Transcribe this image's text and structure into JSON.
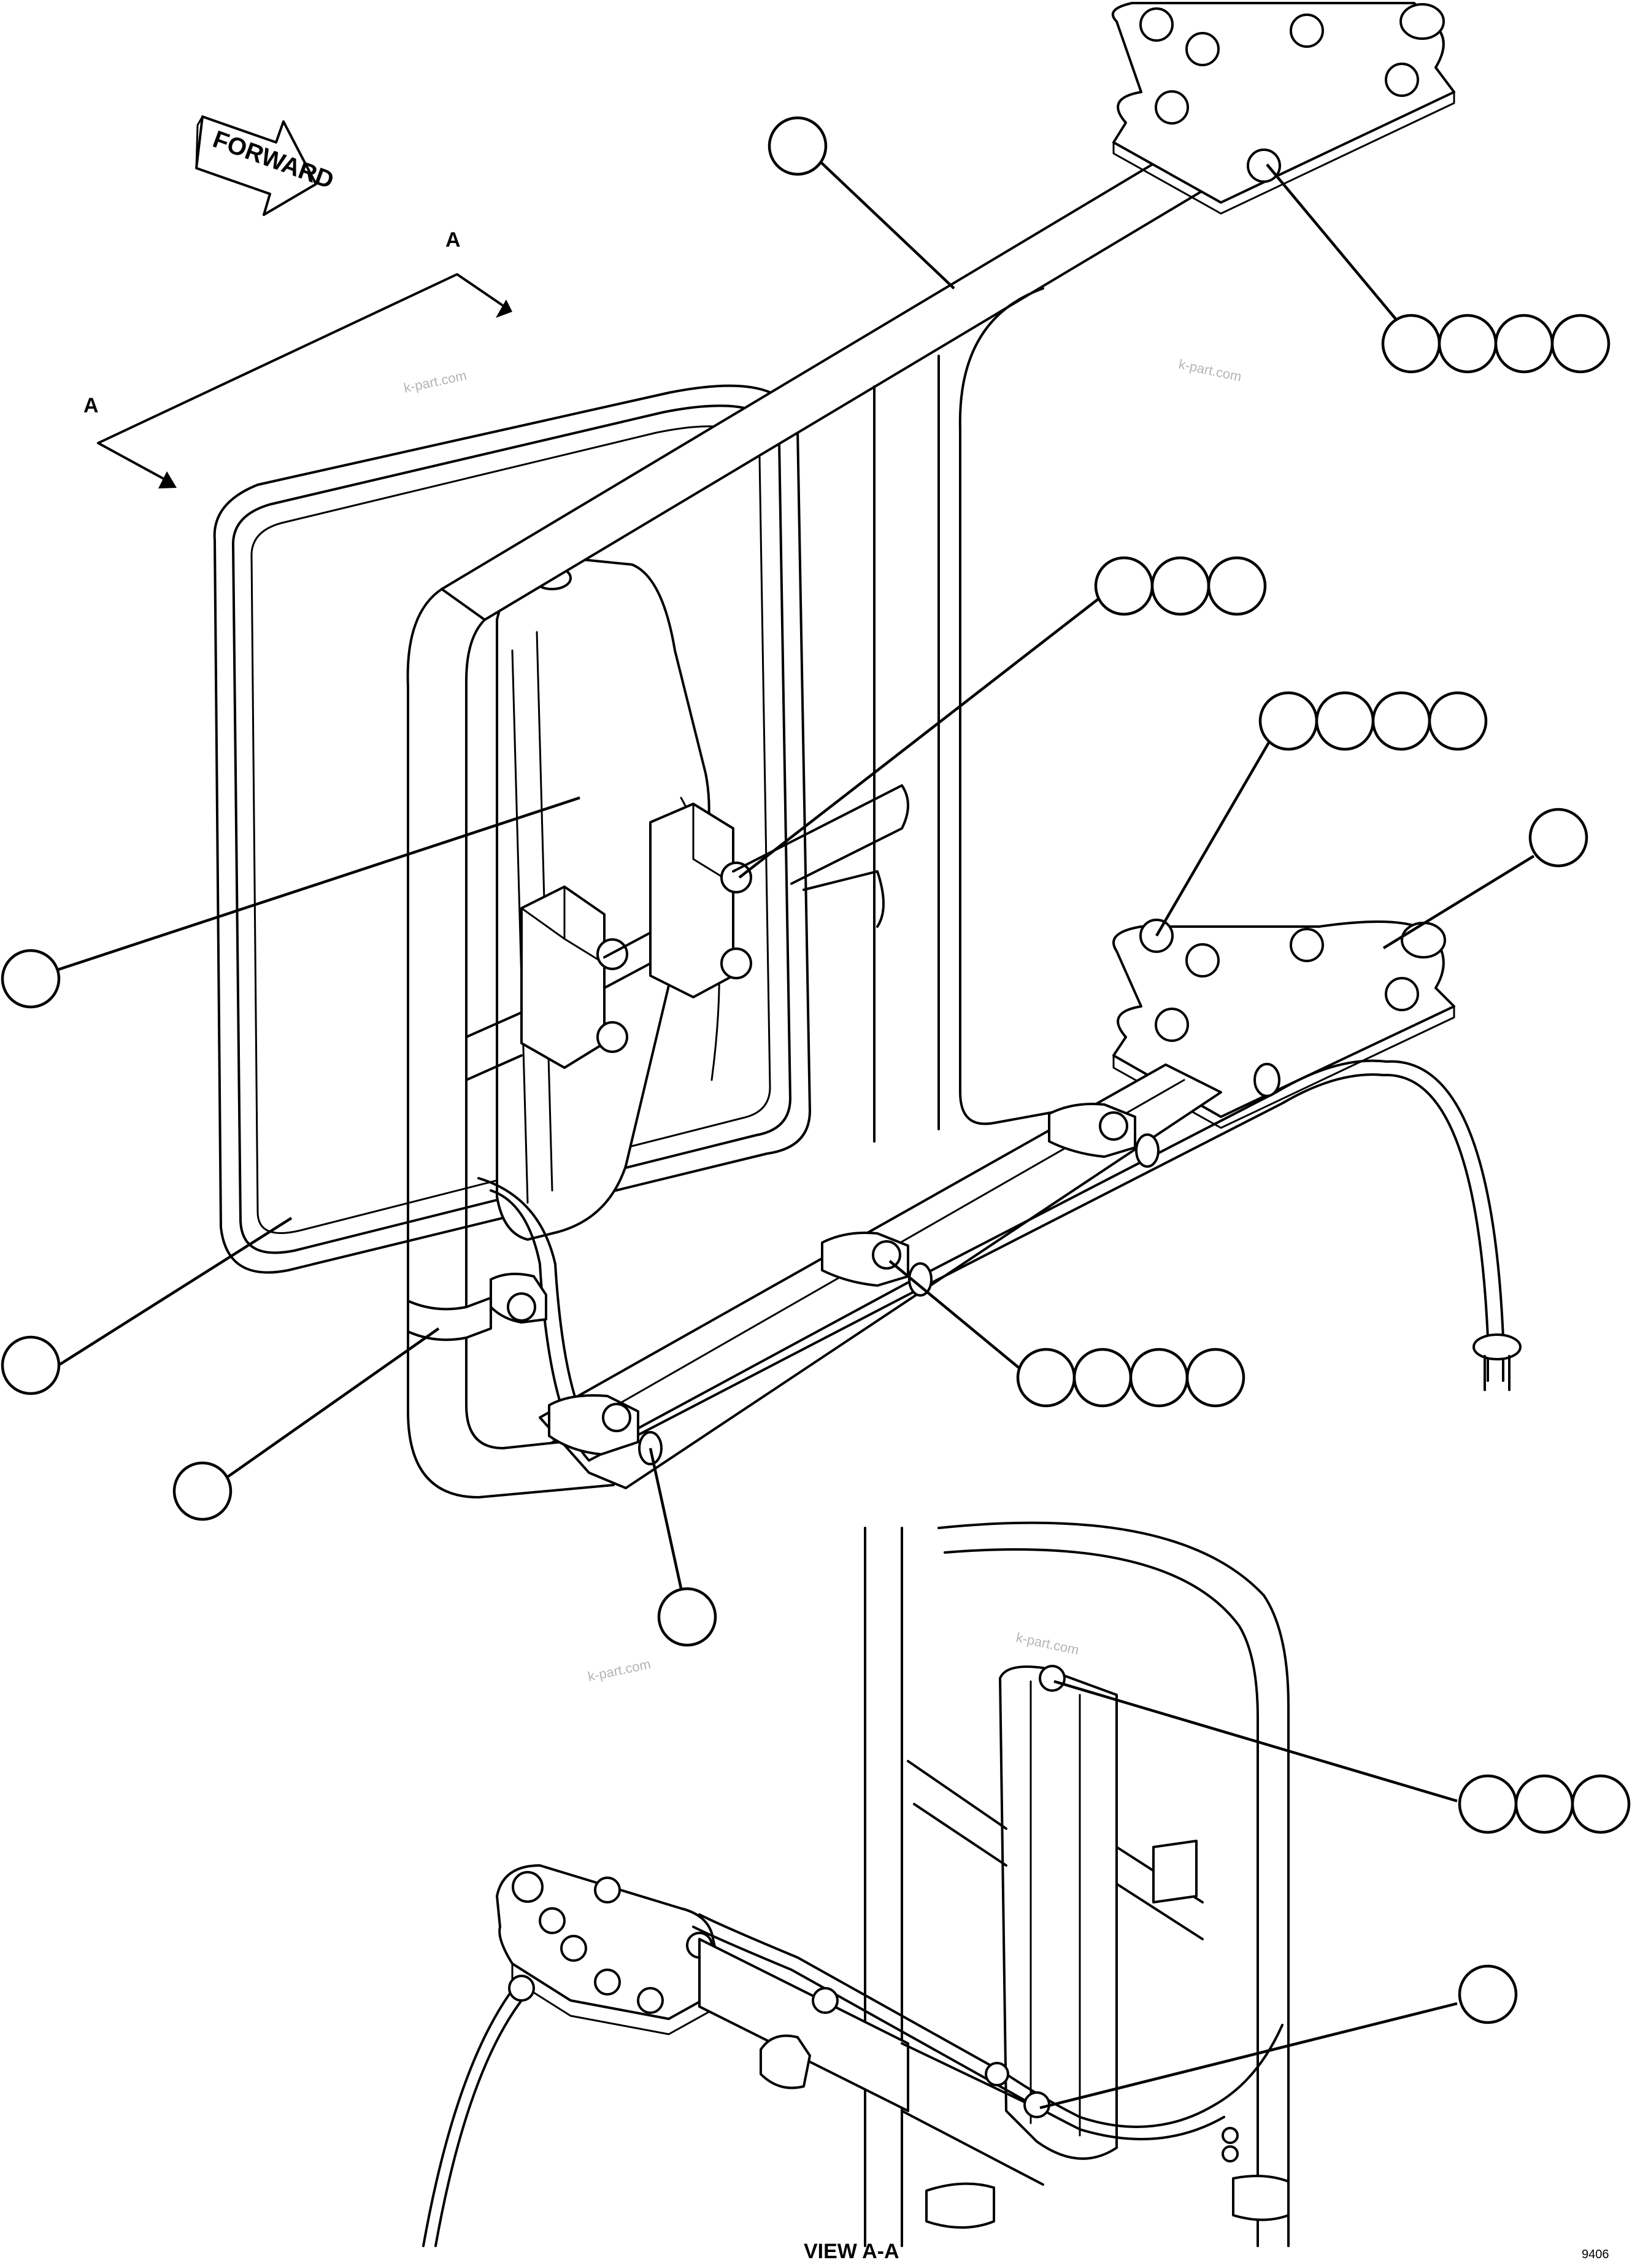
{
  "labels": {
    "forward": "FORWARD",
    "section_letter_top": "A",
    "section_letter_left": "A",
    "view_caption": "VIEW A-A",
    "drawing_code": "9406"
  },
  "watermarks": [
    "k-part.com",
    "k-part.com",
    "k-part.com",
    "k-part.com"
  ],
  "callout_groups": [
    {
      "id": "bracket-bolts-top",
      "bubbles": 4
    },
    {
      "id": "support-arm",
      "bubbles": 1
    },
    {
      "id": "mirror-clamp-bolt",
      "bubbles": 3
    },
    {
      "id": "bracket-bolts-lower",
      "bubbles": 4
    },
    {
      "id": "lower-bracket",
      "bubbles": 1
    },
    {
      "id": "mirror-head",
      "bubbles": 1
    },
    {
      "id": "mirror-glass",
      "bubbles": 1
    },
    {
      "id": "tube-strap",
      "bubbles": 1
    },
    {
      "id": "cable-clip-bolts",
      "bubbles": 4
    },
    {
      "id": "cable-clip",
      "bubbles": 1
    },
    {
      "id": "view-top-bolt",
      "bubbles": 3
    },
    {
      "id": "view-cable-clip",
      "bubbles": 1
    }
  ],
  "colors": {
    "line": "#000000",
    "background": "#ffffff",
    "watermark": "#b4b4b4"
  }
}
